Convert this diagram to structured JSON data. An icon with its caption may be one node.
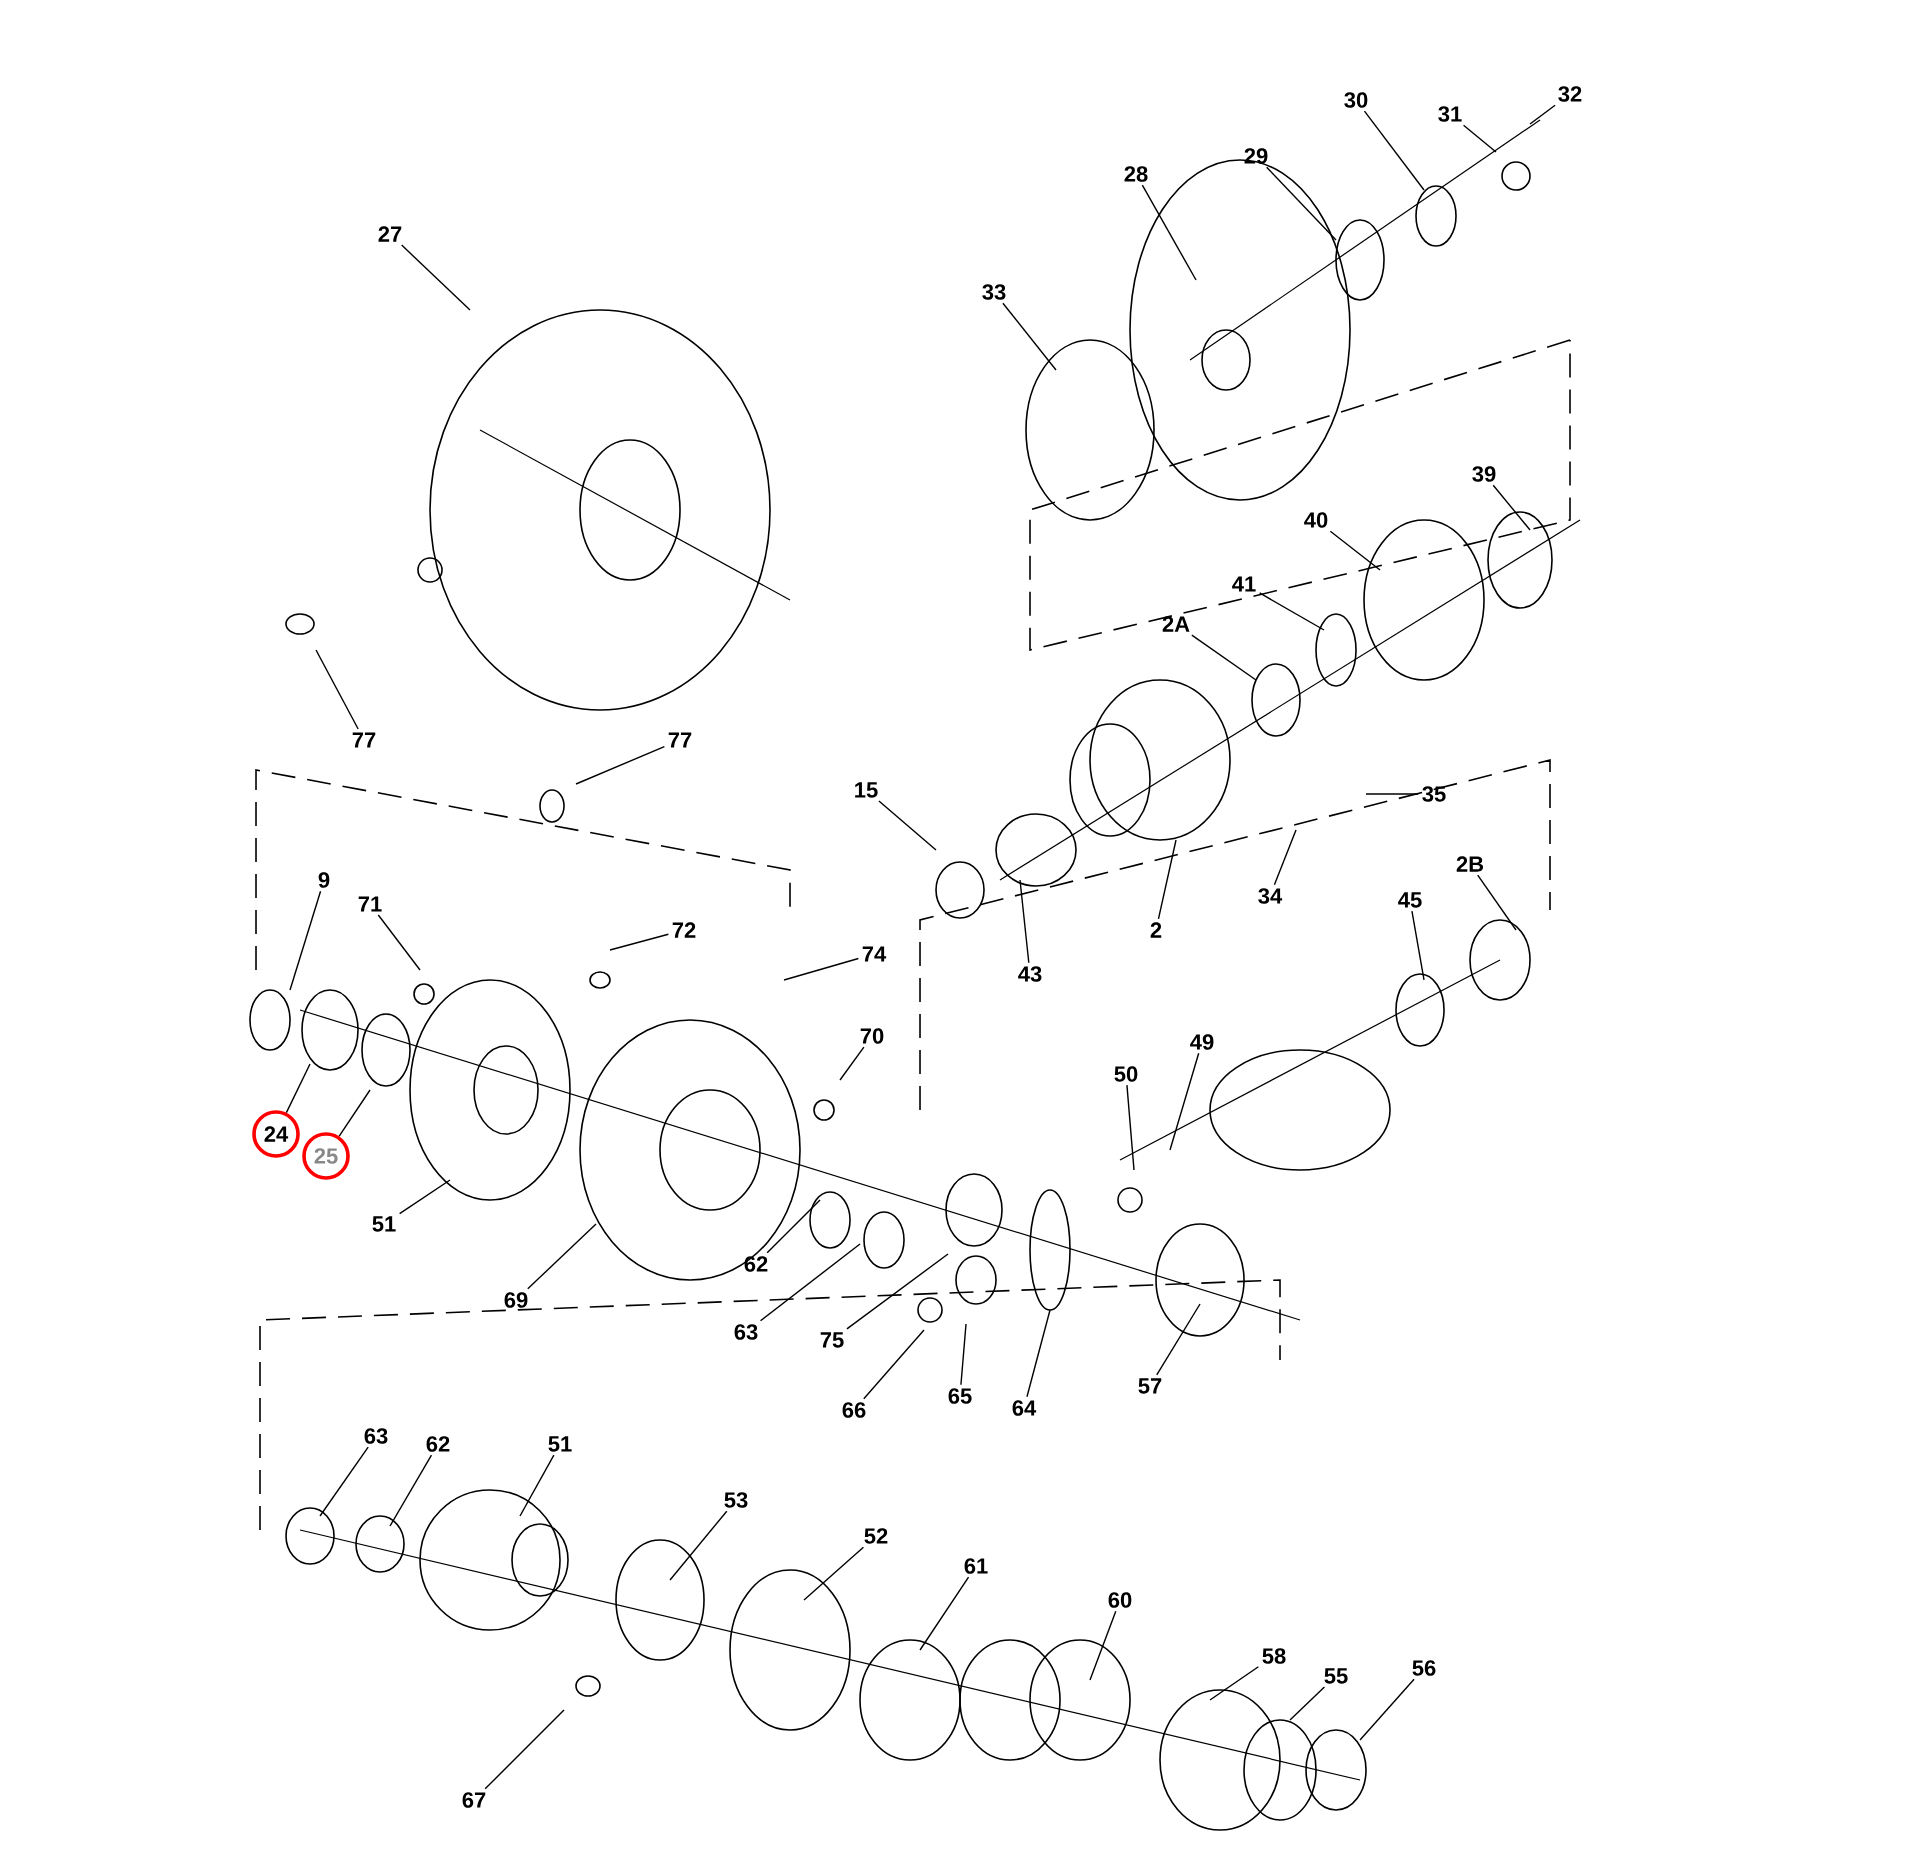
{
  "diagram": {
    "nodes": [
      {
        "text": [
          "27"
        ]
      },
      {
        "text": [
          "77"
        ]
      },
      {
        "text": [
          "77"
        ]
      },
      {
        "text": [
          "28"
        ]
      },
      {
        "text": [
          "29"
        ]
      },
      {
        "text": [
          "30"
        ]
      },
      {
        "text": [
          "31"
        ]
      },
      {
        "text": [
          "32"
        ]
      },
      {
        "text": [
          "33"
        ]
      },
      {
        "text": [
          "39"
        ]
      },
      {
        "text": [
          "40"
        ]
      },
      {
        "text": [
          "41"
        ]
      },
      {
        "text": [
          "2A"
        ]
      },
      {
        "text": [
          "15"
        ]
      },
      {
        "text": [
          "35"
        ]
      },
      {
        "text": [
          "34"
        ]
      },
      {
        "text": [
          "2"
        ]
      },
      {
        "text": [
          "43"
        ]
      },
      {
        "text": [
          "2B"
        ]
      },
      {
        "text": [
          "45"
        ]
      },
      {
        "text": [
          "9"
        ]
      },
      {
        "text": [
          "71"
        ]
      },
      {
        "text": [
          "72"
        ]
      },
      {
        "text": [
          "74"
        ]
      },
      {
        "text": [
          "70"
        ]
      },
      {
        "text": [
          "49"
        ]
      },
      {
        "text": [
          "50"
        ]
      },
      {
        "text": [
          "24"
        ]
      },
      {
        "text": [
          "25"
        ]
      },
      {
        "text": [
          "51"
        ]
      },
      {
        "text": [
          "69"
        ]
      },
      {
        "text": [
          "62"
        ]
      },
      {
        "text": [
          "63"
        ]
      },
      {
        "text": [
          "75"
        ]
      },
      {
        "text": [
          "66"
        ]
      },
      {
        "text": [
          "65"
        ]
      },
      {
        "text": [
          "64"
        ]
      },
      {
        "text": [
          "57"
        ]
      },
      {
        "text": [
          "63"
        ]
      },
      {
        "text": [
          "62"
        ]
      },
      {
        "text": [
          "51"
        ]
      },
      {
        "text": [
          "53"
        ]
      },
      {
        "text": [
          "52"
        ]
      },
      {
        "text": [
          "61"
        ]
      },
      {
        "text": [
          "60"
        ]
      },
      {
        "text": [
          "58"
        ]
      },
      {
        "text": [
          "55"
        ]
      },
      {
        "text": [
          "56"
        ]
      },
      {
        "text": [
          "67"
        ]
      }
    ],
    "edges": [
      {
        "from": 0,
        "to": null,
        "arrow": "none"
      },
      {
        "from": 1,
        "to": null,
        "arrow": "none"
      },
      {
        "from": 2,
        "to": null,
        "arrow": "none"
      },
      {
        "from": 3,
        "to": null,
        "arrow": "none"
      },
      {
        "from": 4,
        "to": null,
        "arrow": "none"
      },
      {
        "from": 5,
        "to": null,
        "arrow": "none"
      },
      {
        "from": 6,
        "to": null,
        "arrow": "none"
      },
      {
        "from": 7,
        "to": null,
        "arrow": "none"
      },
      {
        "from": 8,
        "to": null,
        "arrow": "none"
      },
      {
        "from": 9,
        "to": null,
        "arrow": "none"
      },
      {
        "from": 10,
        "to": null,
        "arrow": "none"
      },
      {
        "from": 11,
        "to": null,
        "arrow": "none"
      },
      {
        "from": 12,
        "to": null,
        "arrow": "none"
      },
      {
        "from": 13,
        "to": null,
        "arrow": "none"
      },
      {
        "from": 14,
        "to": null,
        "arrow": "none"
      },
      {
        "from": 15,
        "to": null,
        "arrow": "none"
      },
      {
        "from": 16,
        "to": null,
        "arrow": "none"
      },
      {
        "from": 17,
        "to": null,
        "arrow": "none"
      },
      {
        "from": 18,
        "to": null,
        "arrow": "none"
      },
      {
        "from": 19,
        "to": null,
        "arrow": "none"
      },
      {
        "from": 20,
        "to": null,
        "arrow": "none"
      },
      {
        "from": 21,
        "to": null,
        "arrow": "none"
      },
      {
        "from": 22,
        "to": null,
        "arrow": "none"
      },
      {
        "from": 23,
        "to": null,
        "arrow": "none"
      },
      {
        "from": 24,
        "to": null,
        "arrow": "none"
      },
      {
        "from": 25,
        "to": null,
        "arrow": "none"
      },
      {
        "from": 26,
        "to": null,
        "arrow": "none"
      },
      {
        "from": 27,
        "to": null,
        "arrow": "none"
      },
      {
        "from": 28,
        "to": null,
        "arrow": "none"
      },
      {
        "from": 29,
        "to": null,
        "arrow": "none"
      },
      {
        "from": 30,
        "to": null,
        "arrow": "none"
      },
      {
        "from": 31,
        "to": null,
        "arrow": "none"
      },
      {
        "from": 32,
        "to": null,
        "arrow": "none"
      },
      {
        "from": 33,
        "to": null,
        "arrow": "none"
      },
      {
        "from": 34,
        "to": null,
        "arrow": "none"
      },
      {
        "from": 35,
        "to": null,
        "arrow": "none"
      },
      {
        "from": 36,
        "to": null,
        "arrow": "none"
      },
      {
        "from": 37,
        "to": null,
        "arrow": "none"
      },
      {
        "from": 38,
        "to": null,
        "arrow": "none"
      },
      {
        "from": 39,
        "to": null,
        "arrow": "none"
      },
      {
        "from": 40,
        "to": null,
        "arrow": "none"
      },
      {
        "from": 41,
        "to": null,
        "arrow": "none"
      },
      {
        "from": 42,
        "to": null,
        "arrow": "none"
      },
      {
        "from": 43,
        "to": null,
        "arrow": "none"
      },
      {
        "from": 44,
        "to": null,
        "arrow": "none"
      },
      {
        "from": 45,
        "to": null,
        "arrow": "none"
      },
      {
        "from": 46,
        "to": null,
        "arrow": "none"
      },
      {
        "from": 47,
        "to": null,
        "arrow": "none"
      },
      {
        "from": 48,
        "to": null,
        "arrow": "none"
      }
    ]
  }
}
